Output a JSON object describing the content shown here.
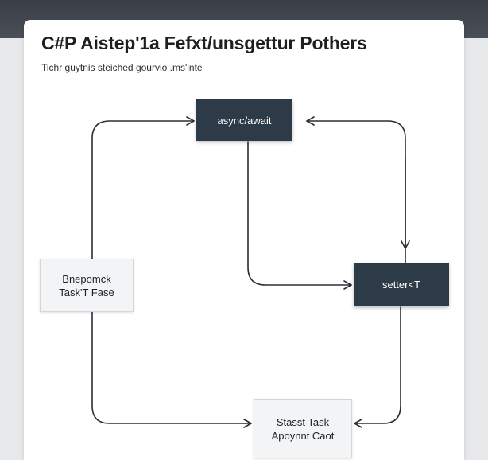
{
  "header": {
    "title": "C#P Aistep'1a Fefxt/unsgettur Pothers",
    "subtitle": "Tichr guytnis steiched gourvio .ms'inte"
  },
  "nodes": {
    "async_await": {
      "label": "async/await"
    },
    "setter": {
      "label": "setter<T"
    },
    "bnepomck": {
      "line1": "Bnepomck",
      "line2": "Task'T Fase"
    },
    "stasst": {
      "line1": "Stasst Task",
      "line2": "Apoynnt Caot"
    }
  },
  "colors": {
    "dark_node": "#2d3a48",
    "light_node": "#f3f4f5",
    "edge": "#2a2f36",
    "header_bar": "#3a3f47"
  }
}
